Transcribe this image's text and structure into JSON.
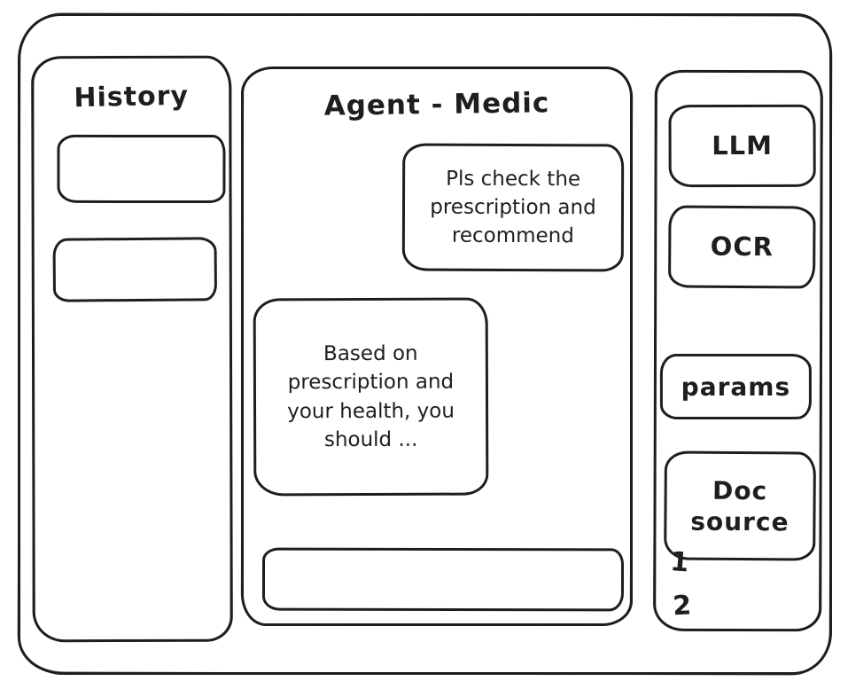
{
  "colors": {
    "ink": "#1e1e1e",
    "background": "#ffffff"
  },
  "history_panel": {
    "title": "History",
    "items": [
      {
        "label": ""
      },
      {
        "label": ""
      }
    ]
  },
  "chat_panel": {
    "title": "Agent - Medic",
    "messages": [
      {
        "role": "user",
        "text": "Pls check the prescription and recommend"
      },
      {
        "role": "agent",
        "text": "Based on prescription and your health, you should ..."
      }
    ],
    "input": {
      "value": "",
      "placeholder": ""
    }
  },
  "tools_panel": {
    "buttons": [
      {
        "id": "llm",
        "label": "LLM"
      },
      {
        "id": "ocr",
        "label": "OCR"
      },
      {
        "id": "params",
        "label": "params"
      },
      {
        "id": "doc_source",
        "label": "Doc source"
      }
    ],
    "doc_sources": [
      "1",
      "2"
    ]
  }
}
